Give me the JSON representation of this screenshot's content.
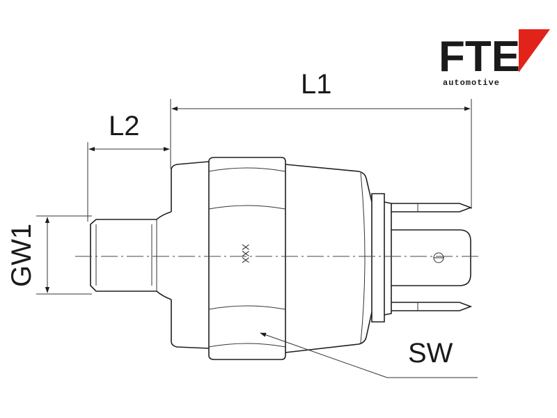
{
  "logo": {
    "brand": "FTE",
    "tagline": "automotive",
    "accent_color": "#e2231a"
  },
  "dimensions": {
    "L1": "L1",
    "L2": "L2",
    "GW1": "GW1",
    "SW": "SW"
  },
  "part_marking": "XXX"
}
